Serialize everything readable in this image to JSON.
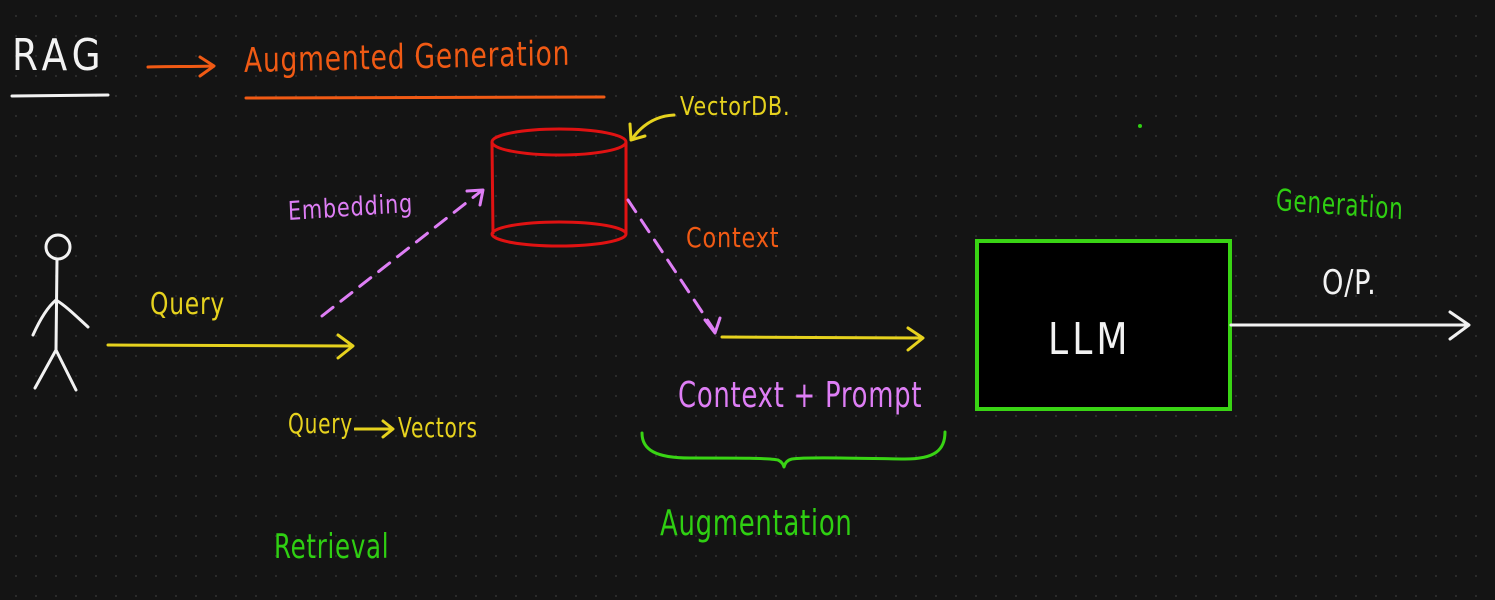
{
  "title": {
    "abbrev": "RAG",
    "subtitle": "Augmented Generation"
  },
  "labels": {
    "vectordb": "VectorDB.",
    "embedding": "Embedding",
    "context": "Context",
    "query": "Query",
    "query_vectors_left": "Query",
    "query_vectors_right": "Vectors",
    "context_prompt": "Context + Prompt",
    "llm": "LLM",
    "output": "O/P.",
    "generation": "Generation"
  },
  "stages": {
    "retrieval": "Retrieval",
    "augmentation": "Augmentation",
    "generation": "Generation"
  },
  "colors": {
    "background": "#141414",
    "white": "#f2f2f2",
    "orange": "#f05a14",
    "yellow": "#e6d21e",
    "pink": "#de7ef5",
    "red": "#e01212",
    "green": "#39d414",
    "lime": "#2fcf12"
  }
}
